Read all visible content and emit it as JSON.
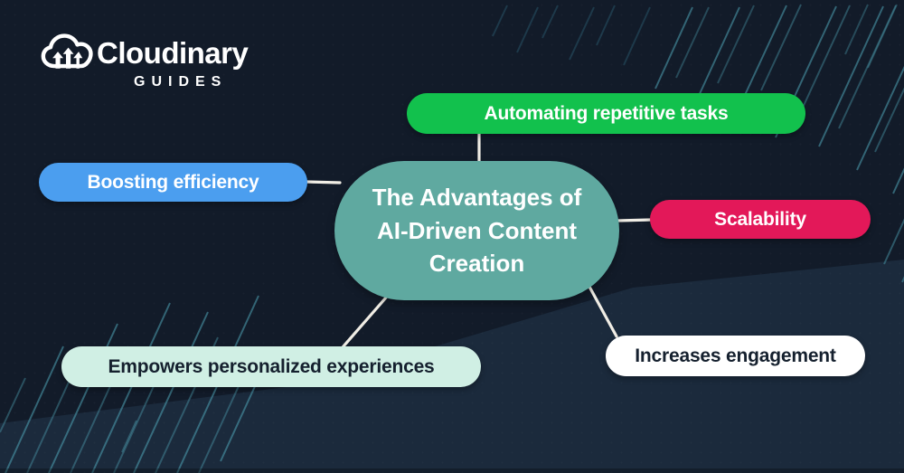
{
  "brand": {
    "name": "Cloudinary",
    "subtitle": "GUIDES",
    "logo_icon": "cloud-upload-arrows-icon",
    "logo_color": "#ffffff"
  },
  "diagram": {
    "center": {
      "label": "The Advantages of AI-Driven Content Creation",
      "color": "#5fa9a0",
      "text_color": "#ffffff"
    },
    "nodes": [
      {
        "id": "automating",
        "label": "Automating repetitive tasks",
        "color": "#12c14d",
        "text_color": "#ffffff",
        "position": "top"
      },
      {
        "id": "boosting",
        "label": "Boosting efficiency",
        "color": "#4b9eef",
        "text_color": "#ffffff",
        "position": "left"
      },
      {
        "id": "scalability",
        "label": "Scalability",
        "color": "#e31859",
        "text_color": "#ffffff",
        "position": "right"
      },
      {
        "id": "empowers",
        "label": "Empowers personalized experiences",
        "color": "#d0efe4",
        "text_color": "#15202e",
        "position": "bottom-left"
      },
      {
        "id": "increases",
        "label": "Increases engagement",
        "color": "#ffffff",
        "text_color": "#15202e",
        "position": "bottom-right"
      }
    ]
  },
  "colors": {
    "background": "#121b29",
    "background_wedge": "#1b2a3c",
    "connector": "#f0ede5",
    "stripe_bright": "#4fa3b5",
    "stripe_dim": "#35748a"
  }
}
